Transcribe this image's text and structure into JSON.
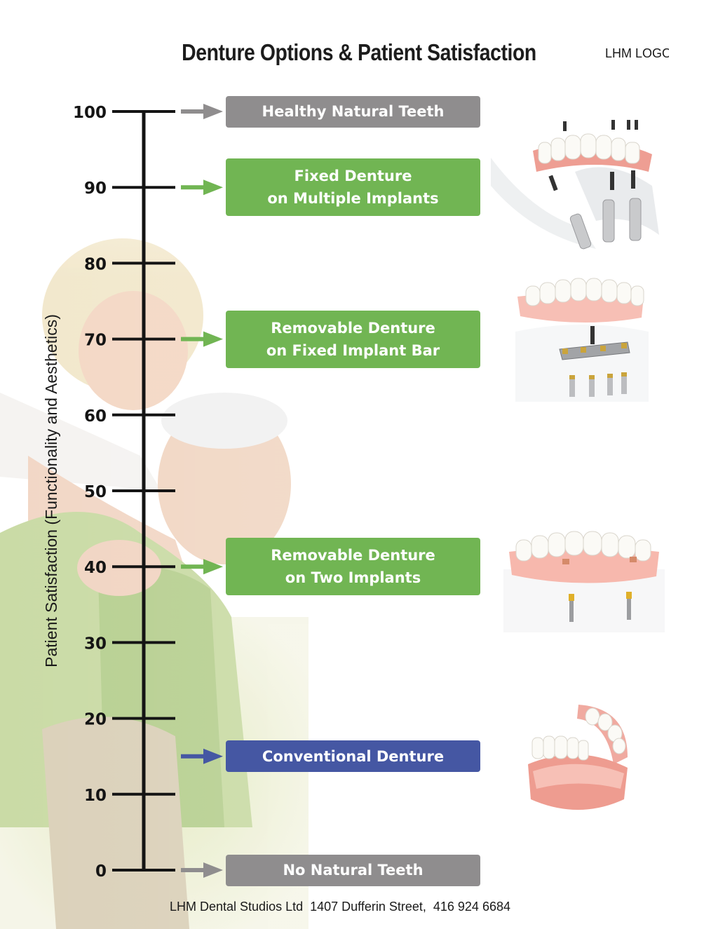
{
  "header": {
    "title": "Denture Options & Patient Satisfaction",
    "logo_text": "LHM LOGO"
  },
  "footer": {
    "text": "LHM Dental Studios Ltd  1407 Dufferin Street,  416 924 6684"
  },
  "colors": {
    "gray": "#8f8d8e",
    "green": "#71b553",
    "blue": "#4557a3",
    "axis": "#141414",
    "gum_pink": "#ee9a8f"
  },
  "chart_data": {
    "type": "scale",
    "ylabel": "Patient Satisfaction (Functionality and Aesthetics)",
    "ylim": [
      0,
      100
    ],
    "ticks": [
      "0",
      "10",
      "20",
      "30",
      "40",
      "50",
      "60",
      "70",
      "80",
      "90",
      "100"
    ],
    "tick_values": [
      0,
      10,
      20,
      30,
      40,
      50,
      60,
      70,
      80,
      90,
      100
    ],
    "items": [
      {
        "value": 100,
        "lines": [
          "Healthy Natural Teeth"
        ],
        "color": "gray"
      },
      {
        "value": 90,
        "lines": [
          "Fixed Denture",
          "on Multiple Implants"
        ],
        "color": "green",
        "illustration": "fixed-denture-implants-icon"
      },
      {
        "value": 70,
        "lines": [
          "Removable Denture",
          "on Fixed Implant Bar"
        ],
        "color": "green",
        "illustration": "implant-bar-denture-icon"
      },
      {
        "value": 40,
        "lines": [
          "Removable Denture",
          "on Two Implants"
        ],
        "color": "green",
        "illustration": "two-implant-denture-icon"
      },
      {
        "value": 15,
        "lines": [
          "Conventional Denture"
        ],
        "color": "blue",
        "illustration": "conventional-denture-icon"
      },
      {
        "value": 0,
        "lines": [
          "No Natural Teeth"
        ],
        "color": "gray"
      }
    ]
  }
}
